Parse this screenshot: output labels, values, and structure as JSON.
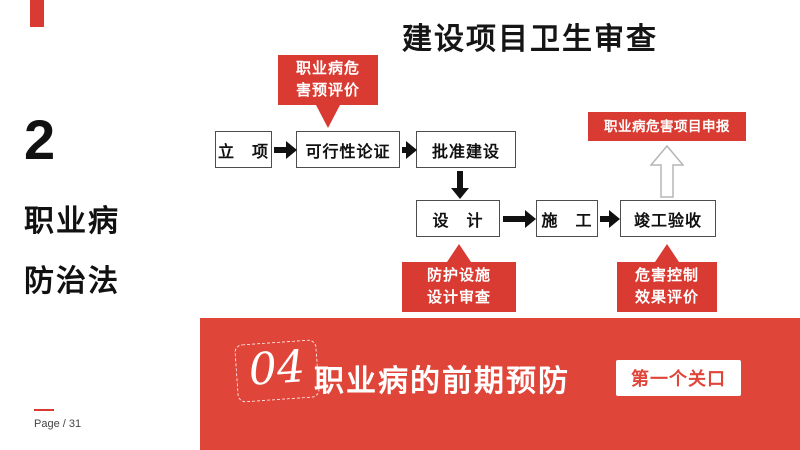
{
  "colors": {
    "red": "#d93a31",
    "banner_red": "#e0453a"
  },
  "left_panel": {
    "number": "2",
    "line1": "职业病",
    "line2": "防治法",
    "page": "Page / 31"
  },
  "header": {
    "title": "建设项目卫生审查"
  },
  "flow": {
    "box_lixiang": "立　项",
    "box_kexingxing": "可行性论证",
    "box_pizhun": "批准建设",
    "box_sheji": "设　计",
    "box_shigong": "施　工",
    "box_jungong": "竣工验收",
    "callout_preeval": [
      "职业病危",
      "害预评价"
    ],
    "callout_design": [
      "防护设施",
      "设计审查"
    ],
    "callout_hazard": [
      "危害控制",
      "效果评价"
    ],
    "label_declare": "职业病危害项目申报"
  },
  "banner": {
    "number": "04",
    "title": "职业病的前期预防",
    "badge": "第一个关口"
  }
}
